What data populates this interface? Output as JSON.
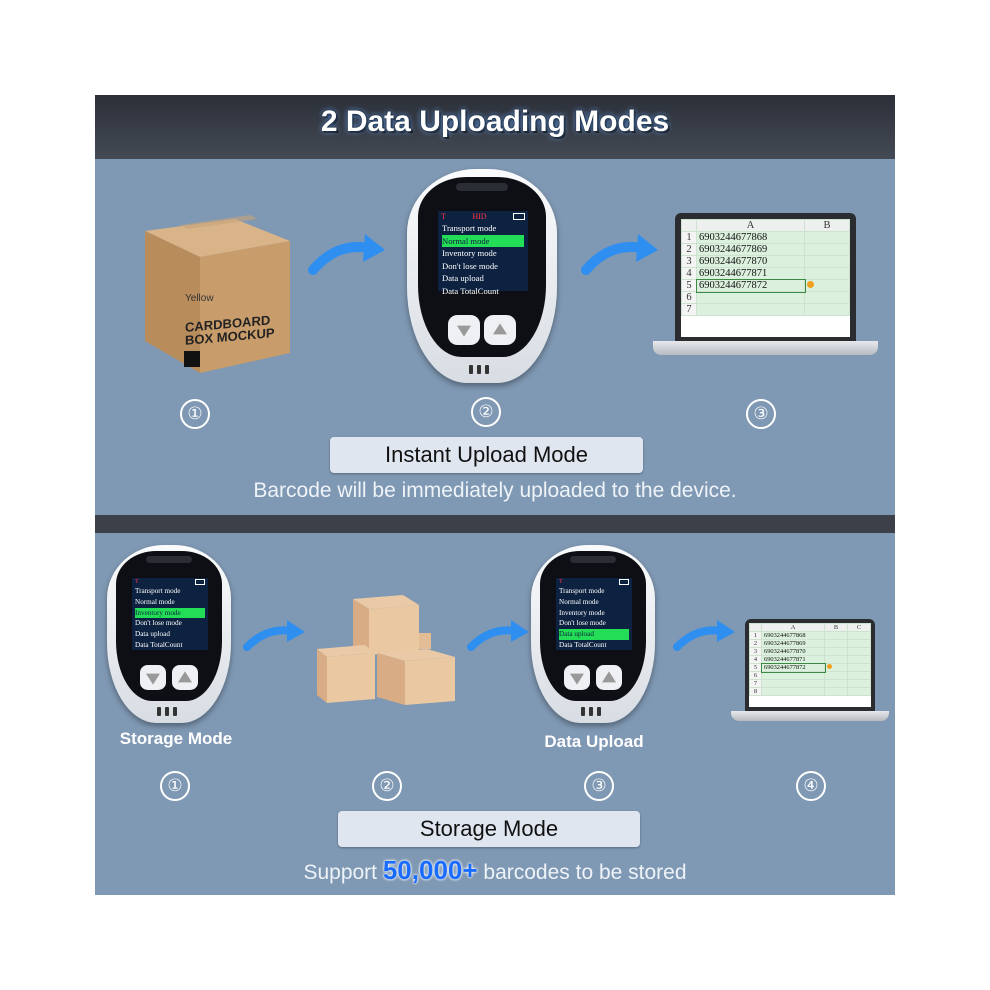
{
  "title": "2 Data Uploading Modes",
  "colors": {
    "panel": "#7f98b3",
    "accent": "#1a6cff",
    "highlight": "#22dd55",
    "screen": "#0d2240"
  },
  "device": {
    "status_left": "T",
    "status_mode": "HID",
    "menu": [
      "Transport mode",
      "Normal mode",
      "Inventory mode",
      "Don't lose mode",
      "Data upload",
      "Data TotalCount"
    ]
  },
  "box": {
    "brand": "Yellow",
    "line1": "CARDBOARD",
    "line2": "BOX MOCKUP"
  },
  "sheet": {
    "col_a": "A",
    "col_b": "B",
    "col_c": "C",
    "rows": [
      {
        "n": "1",
        "v": "6903244677868"
      },
      {
        "n": "2",
        "v": "6903244677869"
      },
      {
        "n": "3",
        "v": "6903244677870"
      },
      {
        "n": "4",
        "v": "6903244677871"
      },
      {
        "n": "5",
        "v": "6903244677872"
      },
      {
        "n": "6",
        "v": ""
      },
      {
        "n": "7",
        "v": ""
      },
      {
        "n": "8",
        "v": ""
      }
    ]
  },
  "instant": {
    "steps": [
      "①",
      "②",
      "③"
    ],
    "mode_label": "Instant Upload Mode",
    "caption": "Barcode will be immediately uploaded to the device."
  },
  "storage": {
    "steps": [
      "①",
      "②",
      "③",
      "④"
    ],
    "device1_label": "Storage Mode",
    "device2_label": "Data Upload",
    "mode_label": "Storage Mode",
    "caption_pre": "Support ",
    "caption_big": "50,000+",
    "caption_post": " barcodes to be stored"
  }
}
